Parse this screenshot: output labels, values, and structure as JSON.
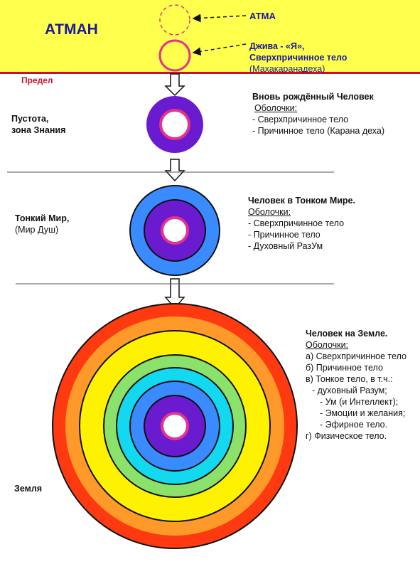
{
  "top": {
    "title": "АТМАН",
    "atma_label": "АТМА",
    "jiva_line1": "Джива - «Я»,",
    "jiva_line2": "Сверхпричинное тело",
    "jiva_line3": "(Махакаранадеха)",
    "limit_label": "Предел",
    "colors": {
      "band": "#ffff4d",
      "border": "#c8102e",
      "text": "#1a1a9a"
    }
  },
  "left_labels": {
    "void_line1": "Пустота,",
    "void_line2": "зона Знания",
    "subtle_line1": "Тонкий Мир,",
    "subtle_line2": "(Мир Душ)",
    "earth": "Земля"
  },
  "stage1": {
    "title": "Вновь рождённый Человек",
    "shells_label": "Оболочки:",
    "items": [
      "- Сверхпричинное тело",
      "- Причинное тело (Карана деха)"
    ]
  },
  "stage2": {
    "title": "Человек в Тонком Мире.",
    "shells_label": "Оболочки:",
    "items": [
      "- Сверхпричинное тело",
      "- Причинное тело",
      "- Духовный РазУм"
    ]
  },
  "stage3": {
    "title": "Человек на Земле.",
    "shells_label": "Оболочки:",
    "items": [
      "а) Сверхпричинное тело",
      "б) Причинное тело",
      "в) Тонкое тело, в т.ч.:",
      "- духовный Разум;",
      "- Ум (и Интеллект);",
      "- Эмоции и желания;",
      "- Эфирное тело.",
      "г) Физическое тело."
    ]
  },
  "ring_colors": {
    "core": "#e8318a",
    "violet": "#6a1bd0",
    "blue": "#3a8bff",
    "cyan": "#12d8f0",
    "green": "#8be26a",
    "yellow": "#fff200",
    "orange": "#ff9a2a",
    "red": "#ff3a10"
  }
}
